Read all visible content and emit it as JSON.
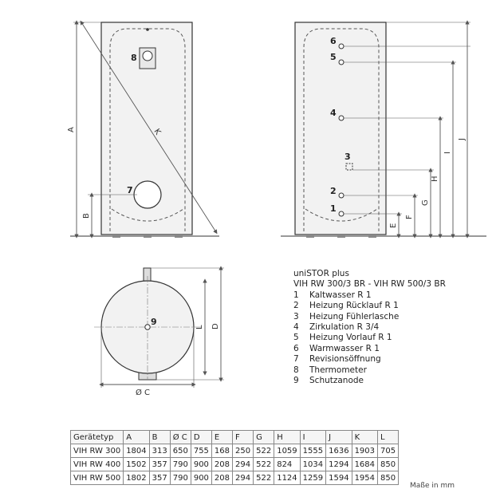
{
  "product": {
    "series": "uniSTOR plus",
    "models": "VIH RW 300/3 BR - VIH RW 500/3 BR"
  },
  "legend": [
    {
      "num": "1",
      "text": "Kaltwasser R 1"
    },
    {
      "num": "2",
      "text": "Heizung Rücklauf R 1"
    },
    {
      "num": "3",
      "text": "Heizung Fühlerlasche"
    },
    {
      "num": "4",
      "text": "Zirkulation R 3/4"
    },
    {
      "num": "5",
      "text": "Heizung Vorlauf R 1"
    },
    {
      "num": "6",
      "text": "Warmwasser R 1"
    },
    {
      "num": "7",
      "text": "Revisionsöffnung"
    },
    {
      "num": "8",
      "text": "Thermometer"
    },
    {
      "num": "9",
      "text": "Schutzanode"
    }
  ],
  "dimension_letters": {
    "A": "A",
    "B": "B",
    "C": "Ø C",
    "D": "D",
    "E": "E",
    "F": "F",
    "G": "G",
    "H": "H",
    "I": "I",
    "J": "J",
    "K": "K",
    "L": "L"
  },
  "table": {
    "headers": [
      "Gerätetyp",
      "A",
      "B",
      "Ø C",
      "D",
      "E",
      "F",
      "G",
      "H",
      "I",
      "J",
      "K",
      "L"
    ],
    "rows": [
      [
        "VIH RW 300",
        "1804",
        "313",
        "650",
        "755",
        "168",
        "250",
        "522",
        "1059",
        "1555",
        "1636",
        "1903",
        "705"
      ],
      [
        "VIH RW 400",
        "1502",
        "357",
        "790",
        "900",
        "208",
        "294",
        "522",
        "824",
        "1034",
        "1294",
        "1684",
        "850"
      ],
      [
        "VIH RW 500",
        "1802",
        "357",
        "790",
        "900",
        "208",
        "294",
        "522",
        "1124",
        "1259",
        "1594",
        "1954",
        "850"
      ]
    ],
    "unit": "Maße in mm"
  },
  "colors": {
    "tank_fill": "#f2f2f2",
    "line": "#333333",
    "dim_line": "#555555"
  }
}
